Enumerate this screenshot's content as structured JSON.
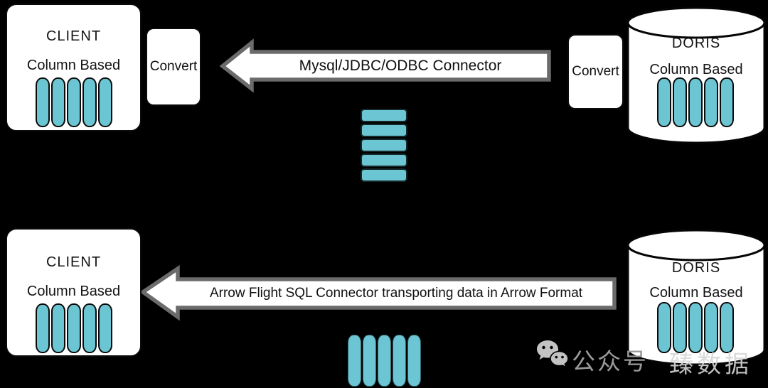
{
  "colors": {
    "background": "#000000",
    "teal": "#6CC5D3",
    "panel": "#FFFFFF",
    "arrow_outline": "#6B6B6B",
    "shape_outline": "#050505",
    "watermark_gray": "#9A9A9A",
    "watermark_light": "#D6D6D6"
  },
  "top_flow": {
    "client": {
      "title": "CLIENT",
      "subtitle": "Column Based",
      "column_count": 5
    },
    "convert_left": {
      "label": "Convert"
    },
    "arrow": {
      "label": "Mysql/JDBC/ODBC Connector",
      "direction": "left"
    },
    "row_stack": {
      "row_count": 5
    },
    "convert_right": {
      "label": "Convert"
    },
    "doris": {
      "title": "DORIS",
      "subtitle": "Column Based",
      "column_count": 5
    }
  },
  "bottom_flow": {
    "client": {
      "title": "CLIENT",
      "subtitle": "Column Based",
      "column_count": 5
    },
    "arrow": {
      "label": "Arrow Flight SQL Connector transporting data in Arrow Format",
      "direction": "left"
    },
    "column_stack": {
      "column_count": 5
    },
    "doris": {
      "title": "DORIS",
      "subtitle": "Column Based",
      "column_count": 5
    }
  },
  "watermark": {
    "icon": "wechat-icon",
    "account_label": "公众号",
    "brand_label": "臻数据"
  }
}
